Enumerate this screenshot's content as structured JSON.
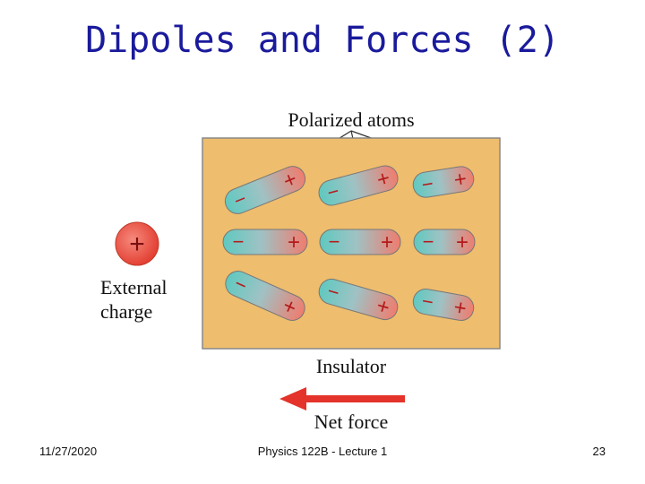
{
  "slide": {
    "title": "Dipoles and Forces (2)"
  },
  "diagram": {
    "top_label": "Polarized atoms",
    "external_charge_symbol": "+",
    "external_label_line1": "External",
    "external_label_line2": "charge",
    "box_label": "Insulator",
    "arrow_label": "Net force",
    "dipole_negative_symbol": "−",
    "dipole_positive_symbol": "+",
    "colors": {
      "insulator_fill": "#eebd6d",
      "insulator_border": "#888888",
      "dipole_negative_end": "#5fc9c0",
      "dipole_positive_end": "#f07c6e",
      "charge_fill": "#ee4a3c",
      "arrow": "#e4332a",
      "sign": "#b51a1a"
    }
  },
  "footer": {
    "date": "11/27/2020",
    "course": "Physics 122B  -  Lecture 1",
    "page": "23"
  }
}
